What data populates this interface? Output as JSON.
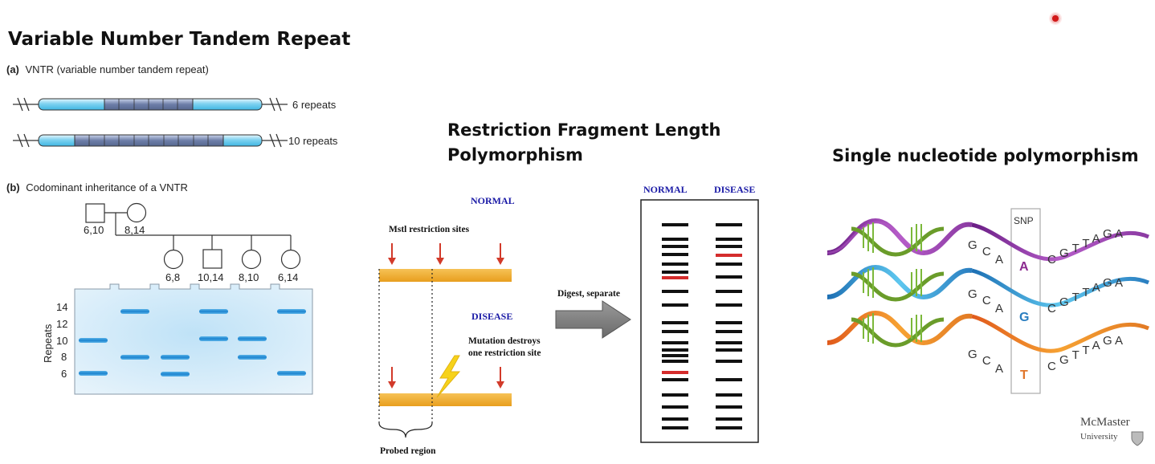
{
  "vntr": {
    "title": "Variable Number Tandem Repeat",
    "part_a_letter": "(a)",
    "part_a_text": "VNTR (variable number tandem repeat)",
    "allele_short": "6 repeats",
    "allele_long": "10 repeats",
    "part_b_letter": "(b)",
    "part_b_text": "Codominant inheritance of a VNTR",
    "father_genotype": "6,10",
    "mother_genotype": "8,14",
    "children_genotypes": [
      "6,8",
      "10,14",
      "8,10",
      "6,14"
    ],
    "gel_axis_label": "Repeats",
    "gel_ticks": [
      "14",
      "12",
      "10",
      "8",
      "6"
    ]
  },
  "rflp": {
    "title_line1": "Restriction Fragment Length",
    "title_line2": "Polymorphism",
    "normal_label": "NORMAL",
    "sites_label": "Mstl restriction sites",
    "disease_label": "DISEASE",
    "mutation_label_1": "Mutation destroys",
    "mutation_label_2": "one restriction site",
    "probed_label": "Probed region",
    "arrow_label": "Digest, separate",
    "gel_normal_label": "NORMAL",
    "gel_disease_label": "DISEASE"
  },
  "snp": {
    "title": "Single nucleotide polymorphism",
    "snp_label": "SNP",
    "left_bases": [
      "G",
      "C",
      "A"
    ],
    "right_bases": [
      "C",
      "G",
      "T",
      "T",
      "A",
      "G",
      "A"
    ],
    "variant_bases": [
      {
        "base": "A",
        "color": "#8b2a8f"
      },
      {
        "base": "G",
        "color": "#2a7ec0"
      },
      {
        "base": "T",
        "color": "#e0762a"
      }
    ]
  },
  "logo": {
    "line1": "McMaster",
    "line2": "University"
  },
  "colors": {
    "gel_band": "#1c84d0",
    "rflp_bar": "#f2b134",
    "rflp_arrow": "#d23a2a",
    "red_band": "#d42c2c"
  }
}
